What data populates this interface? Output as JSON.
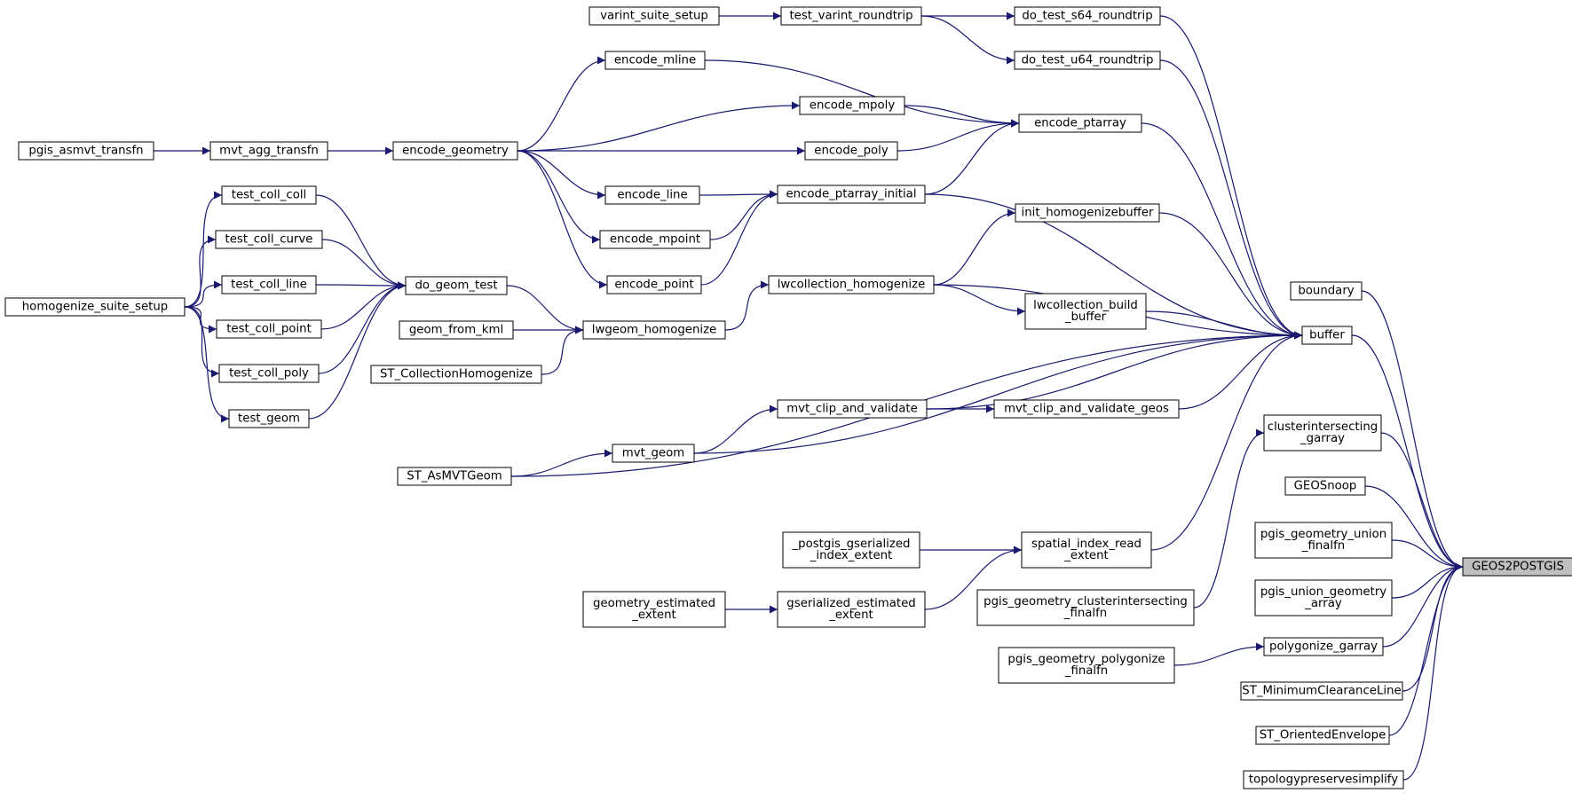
{
  "graph": {
    "title": "",
    "root": "GEOS2POSTGIS",
    "colors": {
      "edge": "#191970",
      "node_border": "#000000",
      "root_fill": "#bfbfbf",
      "node_fill": "#ffffff"
    },
    "nodes": [
      {
        "id": "GEOS2POSTGIS",
        "lines": [
          "GEOS2POSTGIS"
        ]
      },
      {
        "id": "boundary",
        "lines": [
          "boundary"
        ]
      },
      {
        "id": "buffer",
        "lines": [
          "buffer"
        ]
      },
      {
        "id": "clusterintersecting_garray",
        "lines": [
          "clusterintersecting",
          "_garray"
        ]
      },
      {
        "id": "GEOSnoop",
        "lines": [
          "GEOSnoop"
        ]
      },
      {
        "id": "pgis_geometry_union_finalfn",
        "lines": [
          "pgis_geometry_union",
          "_finalfn"
        ]
      },
      {
        "id": "pgis_union_geometry_array",
        "lines": [
          "pgis_union_geometry",
          "_array"
        ]
      },
      {
        "id": "polygonize_garray",
        "lines": [
          "polygonize_garray"
        ]
      },
      {
        "id": "ST_MinimumClearanceLine",
        "lines": [
          "ST_MinimumClearanceLine"
        ]
      },
      {
        "id": "ST_OrientedEnvelope",
        "lines": [
          "ST_OrientedEnvelope"
        ]
      },
      {
        "id": "topologypreservesimplify",
        "lines": [
          "topologypreservesimplify"
        ]
      },
      {
        "id": "do_test_s64_roundtrip",
        "lines": [
          "do_test_s64_roundtrip"
        ]
      },
      {
        "id": "do_test_u64_roundtrip",
        "lines": [
          "do_test_u64_roundtrip"
        ]
      },
      {
        "id": "encode_ptarray",
        "lines": [
          "encode_ptarray"
        ]
      },
      {
        "id": "encode_ptarray_initial",
        "lines": [
          "encode_ptarray_initial"
        ]
      },
      {
        "id": "init_homogenizebuffer",
        "lines": [
          "init_homogenizebuffer"
        ]
      },
      {
        "id": "lwcollection_build_buffer",
        "lines": [
          "lwcollection_build",
          "_buffer"
        ]
      },
      {
        "id": "lwcollection_homogenize",
        "lines": [
          "lwcollection_homogenize"
        ]
      },
      {
        "id": "mvt_clip_and_validate",
        "lines": [
          "mvt_clip_and_validate"
        ]
      },
      {
        "id": "mvt_clip_and_validate_geos",
        "lines": [
          "mvt_clip_and_validate_geos"
        ]
      },
      {
        "id": "mvt_geom",
        "lines": [
          "mvt_geom"
        ]
      },
      {
        "id": "ST_AsMVTGeom",
        "lines": [
          "ST_AsMVTGeom"
        ]
      },
      {
        "id": "spatial_index_read_extent",
        "lines": [
          "spatial_index_read",
          "_extent"
        ]
      },
      {
        "id": "pgis_geometry_clusterintersecting_finalfn",
        "lines": [
          "pgis_geometry_clusterintersecting",
          "_finalfn"
        ]
      },
      {
        "id": "pgis_geometry_polygonize_finalfn",
        "lines": [
          "pgis_geometry_polygonize",
          "_finalfn"
        ]
      },
      {
        "id": "test_varint_roundtrip",
        "lines": [
          "test_varint_roundtrip"
        ]
      },
      {
        "id": "varint_suite_setup",
        "lines": [
          "varint_suite_setup"
        ]
      },
      {
        "id": "encode_mline",
        "lines": [
          "encode_mline"
        ]
      },
      {
        "id": "encode_mpoly",
        "lines": [
          "encode_mpoly"
        ]
      },
      {
        "id": "encode_poly",
        "lines": [
          "encode_poly"
        ]
      },
      {
        "id": "encode_geometry",
        "lines": [
          "encode_geometry"
        ]
      },
      {
        "id": "mvt_agg_transfn",
        "lines": [
          "mvt_agg_transfn"
        ]
      },
      {
        "id": "pgis_asmvt_transfn",
        "lines": [
          "pgis_asmvt_transfn"
        ]
      },
      {
        "id": "encode_line",
        "lines": [
          "encode_line"
        ]
      },
      {
        "id": "encode_mpoint",
        "lines": [
          "encode_mpoint"
        ]
      },
      {
        "id": "encode_point",
        "lines": [
          "encode_point"
        ]
      },
      {
        "id": "lwgeom_homogenize",
        "lines": [
          "lwgeom_homogenize"
        ]
      },
      {
        "id": "do_geom_test",
        "lines": [
          "do_geom_test"
        ]
      },
      {
        "id": "geom_from_kml",
        "lines": [
          "geom_from_kml"
        ]
      },
      {
        "id": "ST_CollectionHomogenize",
        "lines": [
          "ST_CollectionHomogenize"
        ]
      },
      {
        "id": "test_coll_coll",
        "lines": [
          "test_coll_coll"
        ]
      },
      {
        "id": "test_coll_curve",
        "lines": [
          "test_coll_curve"
        ]
      },
      {
        "id": "test_coll_line",
        "lines": [
          "test_coll_line"
        ]
      },
      {
        "id": "test_coll_point",
        "lines": [
          "test_coll_point"
        ]
      },
      {
        "id": "test_coll_poly",
        "lines": [
          "test_coll_poly"
        ]
      },
      {
        "id": "test_geom",
        "lines": [
          "test_geom"
        ]
      },
      {
        "id": "homogenize_suite_setup",
        "lines": [
          "homogenize_suite_setup"
        ]
      },
      {
        "id": "_postgis_gserialized_index_extent",
        "lines": [
          "_postgis_gserialized",
          "_index_extent"
        ]
      },
      {
        "id": "gserialized_estimated_extent",
        "lines": [
          "gserialized_estimated",
          "_extent"
        ]
      },
      {
        "id": "geometry_estimated_extent",
        "lines": [
          "geometry_estimated",
          "_extent"
        ]
      }
    ],
    "edges": [
      {
        "from": "boundary",
        "to": "GEOS2POSTGIS"
      },
      {
        "from": "buffer",
        "to": "GEOS2POSTGIS"
      },
      {
        "from": "clusterintersecting_garray",
        "to": "GEOS2POSTGIS"
      },
      {
        "from": "GEOSnoop",
        "to": "GEOS2POSTGIS"
      },
      {
        "from": "pgis_geometry_union_finalfn",
        "to": "GEOS2POSTGIS"
      },
      {
        "from": "pgis_union_geometry_array",
        "to": "GEOS2POSTGIS"
      },
      {
        "from": "polygonize_garray",
        "to": "GEOS2POSTGIS"
      },
      {
        "from": "ST_MinimumClearanceLine",
        "to": "GEOS2POSTGIS"
      },
      {
        "from": "ST_OrientedEnvelope",
        "to": "GEOS2POSTGIS"
      },
      {
        "from": "topologypreservesimplify",
        "to": "GEOS2POSTGIS"
      },
      {
        "from": "do_test_s64_roundtrip",
        "to": "buffer"
      },
      {
        "from": "do_test_u64_roundtrip",
        "to": "buffer"
      },
      {
        "from": "encode_ptarray",
        "to": "buffer"
      },
      {
        "from": "encode_ptarray_initial",
        "to": "buffer"
      },
      {
        "from": "init_homogenizebuffer",
        "to": "buffer"
      },
      {
        "from": "lwcollection_homogenize",
        "to": "buffer"
      },
      {
        "from": "lwcollection_build_buffer",
        "to": "buffer"
      },
      {
        "from": "mvt_clip_and_validate",
        "to": "buffer"
      },
      {
        "from": "mvt_clip_and_validate_geos",
        "to": "buffer"
      },
      {
        "from": "mvt_geom",
        "to": "buffer"
      },
      {
        "from": "ST_AsMVTGeom",
        "to": "buffer"
      },
      {
        "from": "spatial_index_read_extent",
        "to": "buffer"
      },
      {
        "from": "pgis_geometry_clusterintersecting_finalfn",
        "to": "clusterintersecting_garray"
      },
      {
        "from": "pgis_geometry_polygonize_finalfn",
        "to": "polygonize_garray"
      },
      {
        "from": "test_varint_roundtrip",
        "to": "do_test_s64_roundtrip"
      },
      {
        "from": "test_varint_roundtrip",
        "to": "do_test_u64_roundtrip"
      },
      {
        "from": "varint_suite_setup",
        "to": "test_varint_roundtrip"
      },
      {
        "from": "encode_mline",
        "to": "encode_ptarray"
      },
      {
        "from": "encode_mpoly",
        "to": "encode_ptarray"
      },
      {
        "from": "encode_poly",
        "to": "encode_ptarray"
      },
      {
        "from": "encode_ptarray_initial",
        "to": "encode_ptarray"
      },
      {
        "from": "encode_geometry",
        "to": "encode_mline"
      },
      {
        "from": "encode_geometry",
        "to": "encode_mpoly"
      },
      {
        "from": "encode_geometry",
        "to": "encode_poly"
      },
      {
        "from": "encode_geometry",
        "to": "encode_line"
      },
      {
        "from": "encode_geometry",
        "to": "encode_mpoint"
      },
      {
        "from": "encode_geometry",
        "to": "encode_point"
      },
      {
        "from": "mvt_agg_transfn",
        "to": "encode_geometry"
      },
      {
        "from": "pgis_asmvt_transfn",
        "to": "mvt_agg_transfn"
      },
      {
        "from": "encode_line",
        "to": "encode_ptarray_initial"
      },
      {
        "from": "encode_mpoint",
        "to": "encode_ptarray_initial"
      },
      {
        "from": "encode_point",
        "to": "encode_ptarray_initial"
      },
      {
        "from": "lwcollection_homogenize",
        "to": "init_homogenizebuffer"
      },
      {
        "from": "lwcollection_homogenize",
        "to": "lwcollection_build_buffer"
      },
      {
        "from": "lwgeom_homogenize",
        "to": "lwcollection_homogenize"
      },
      {
        "from": "do_geom_test",
        "to": "lwgeom_homogenize"
      },
      {
        "from": "geom_from_kml",
        "to": "lwgeom_homogenize"
      },
      {
        "from": "ST_CollectionHomogenize",
        "to": "lwgeom_homogenize"
      },
      {
        "from": "test_coll_coll",
        "to": "do_geom_test"
      },
      {
        "from": "test_coll_curve",
        "to": "do_geom_test"
      },
      {
        "from": "test_coll_line",
        "to": "do_geom_test"
      },
      {
        "from": "test_coll_point",
        "to": "do_geom_test"
      },
      {
        "from": "test_coll_poly",
        "to": "do_geom_test"
      },
      {
        "from": "test_geom",
        "to": "do_geom_test"
      },
      {
        "from": "homogenize_suite_setup",
        "to": "test_coll_coll"
      },
      {
        "from": "homogenize_suite_setup",
        "to": "test_coll_curve"
      },
      {
        "from": "homogenize_suite_setup",
        "to": "test_coll_line"
      },
      {
        "from": "homogenize_suite_setup",
        "to": "test_coll_point"
      },
      {
        "from": "homogenize_suite_setup",
        "to": "test_coll_poly"
      },
      {
        "from": "homogenize_suite_setup",
        "to": "test_geom"
      },
      {
        "from": "mvt_clip_and_validate",
        "to": "mvt_clip_and_validate_geos"
      },
      {
        "from": "mvt_geom",
        "to": "mvt_clip_and_validate"
      },
      {
        "from": "ST_AsMVTGeom",
        "to": "mvt_geom"
      },
      {
        "from": "_postgis_gserialized_index_extent",
        "to": "spatial_index_read_extent"
      },
      {
        "from": "gserialized_estimated_extent",
        "to": "spatial_index_read_extent"
      },
      {
        "from": "geometry_estimated_extent",
        "to": "gserialized_estimated_extent"
      }
    ]
  }
}
